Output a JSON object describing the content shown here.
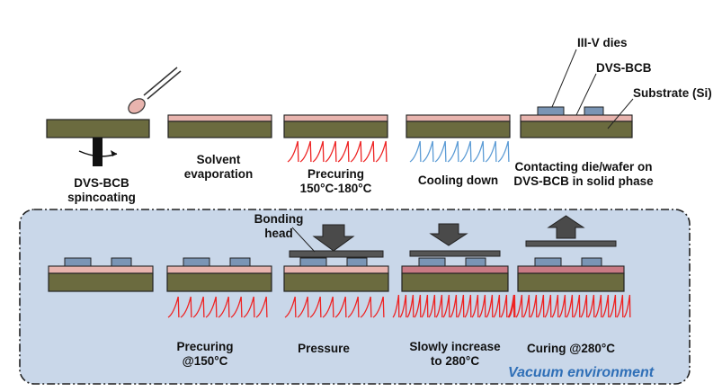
{
  "colors": {
    "substrate": "#6b6b3f",
    "bcb_layer": "#e8b4ae",
    "bcb_layer_cured": "#c97a84",
    "die": "#7a95b5",
    "vacuum_bg": "#c9d7e9",
    "heat_red": "#ee2222",
    "cool_blue": "#5b9bd5",
    "arrow_gray": "#4a4a4a",
    "vacuum_text": "#2f6fb7"
  },
  "top_row": {
    "step1": {
      "line1": "DVS-BCB",
      "line2": "spincoating"
    },
    "step2": {
      "line1": "Solvent",
      "line2": "evaporation"
    },
    "step3": {
      "line1": "Precuring",
      "line2": "150°C-180°C"
    },
    "step4": {
      "label": "Cooling down"
    },
    "step5": {
      "line1": "Contacting die/wafer on",
      "line2": "DVS-BCB in solid phase",
      "callout_dies": "III-V dies",
      "callout_bcb": "DVS-BCB",
      "callout_substrate": "Substrate (Si)"
    }
  },
  "bottom_row": {
    "bonding_head_line1": "Bonding",
    "bonding_head_line2": "head",
    "step2": {
      "line1": "Precuring",
      "line2": "@150°C"
    },
    "step3": {
      "label": "Pressure"
    },
    "step4": {
      "line1": "Slowly increase",
      "line2": "to 280°C"
    },
    "step5": {
      "label": "Curing @280°C"
    },
    "environment": "Vacuum environment"
  }
}
